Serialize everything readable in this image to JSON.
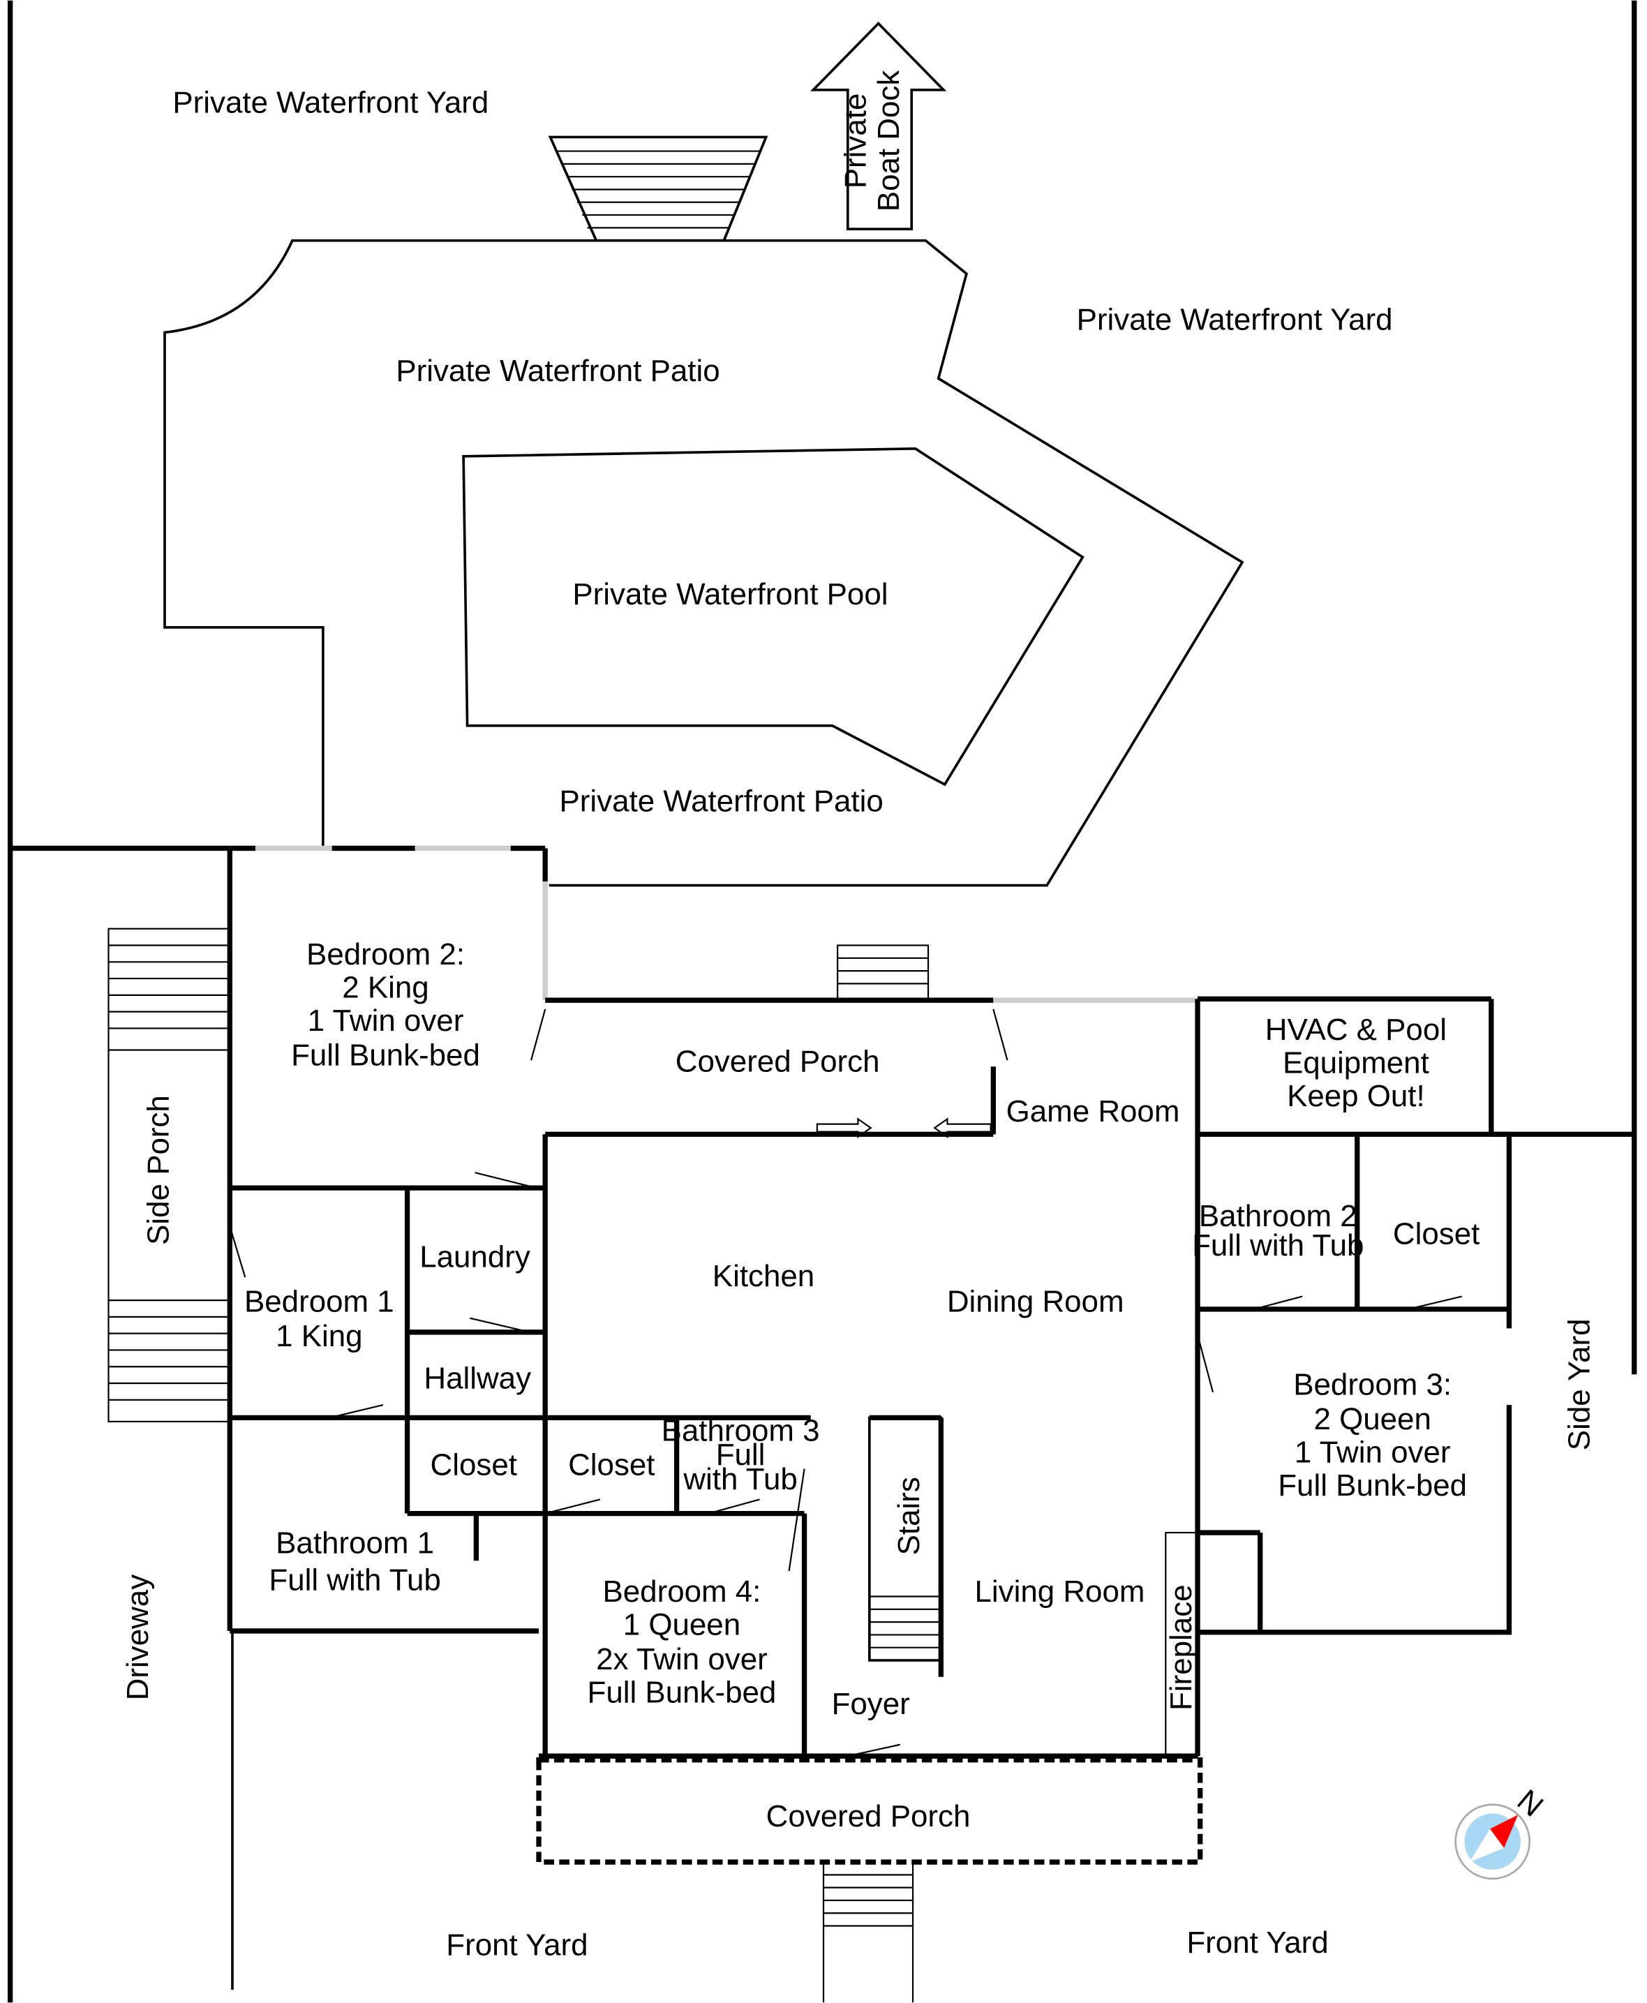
{
  "labels": {
    "yard_top_left": "Private Waterfront Yard",
    "yard_top_right": "Private Waterfront Yard",
    "boat_dock_line1": "Private",
    "boat_dock_line2": "Boat Dock",
    "patio_top": "Private Waterfront Patio",
    "pool": "Private Waterfront Pool",
    "patio_bottom": "Private Waterfront Patio",
    "bedroom2": [
      "Bedroom 2:",
      "2 King",
      "1 Twin over",
      "Full Bunk-bed"
    ],
    "covered_porch_back": "Covered Porch",
    "game_room": "Game Room",
    "hvac": [
      "HVAC & Pool",
      "Equipment",
      "Keep Out!"
    ],
    "side_porch": "Side Porch",
    "laundry": "Laundry",
    "bedroom1": [
      "Bedroom 1",
      "1 King"
    ],
    "kitchen": "Kitchen",
    "dining_room": "Dining Room",
    "bathroom2": [
      "Bathroom 2",
      "Full with Tub"
    ],
    "closet_right": "Closet",
    "hallway": "Hallway",
    "bedroom3": [
      "Bedroom 3:",
      "2 Queen",
      "1 Twin over",
      "Full Bunk-bed"
    ],
    "side_yard": "Side Yard",
    "closet_a": "Closet",
    "closet_b": "Closet",
    "bathroom3": [
      "Bathroom 3",
      "Full",
      "with Tub"
    ],
    "stairs": "Stairs",
    "bathroom1": [
      "Bathroom 1",
      "Full with Tub"
    ],
    "living_room": "Living Room",
    "bedroom4": [
      "Bedroom 4:",
      "1 Queen",
      "2x Twin over",
      "Full Bunk-bed"
    ],
    "fireplace": "Fireplace",
    "driveway": "Driveway",
    "foyer": "Foyer",
    "covered_porch_front": "Covered Porch",
    "front_yard_left": "Front Yard",
    "front_yard_right": "Front Yard",
    "compass_n": "N"
  },
  "colors": {
    "compass_red": "#ff0000",
    "compass_blue": "#a8d8f4"
  }
}
